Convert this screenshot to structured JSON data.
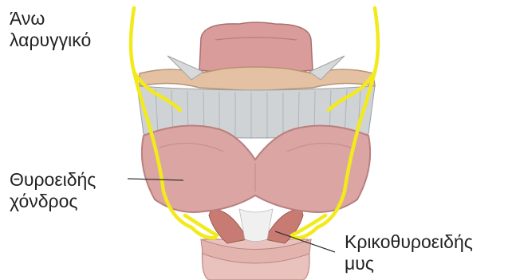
{
  "labels": {
    "superior_laryngeal": {
      "line1": "Άνω",
      "line2": "λαρυγγικό"
    },
    "thyroid_cartilage": {
      "line1": "Θυροειδής",
      "line2": "χόνδρος"
    },
    "cricothyroid": {
      "line1": "Κρικοθυροειδής",
      "line2": "μυς"
    }
  },
  "colors": {
    "nerve": "#f2ea1c",
    "cartilage": "#dba5a3",
    "cartilage_shadow": "#b8807e",
    "membrane": "#cfd3d6",
    "hyoid": "#e4c1a3",
    "muscle": "#c87b73",
    "trachea": "#e9c2bd",
    "leader": "#333333"
  }
}
